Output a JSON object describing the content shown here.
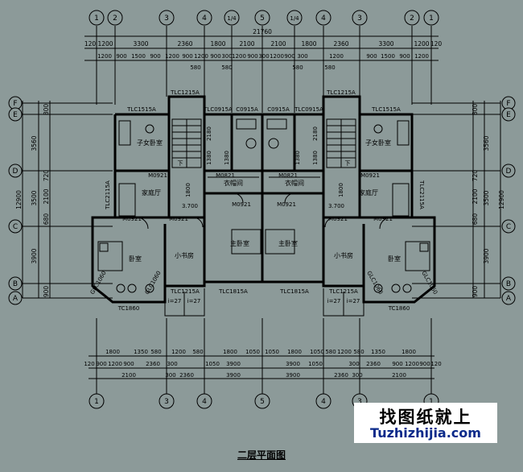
{
  "drawing_title": "二层平面图",
  "watermark": {
    "cn": "找图纸就上",
    "en": "Tuzhizhijia.com"
  },
  "axes": {
    "top": [
      "1",
      "2",
      "3",
      "4",
      "1/4",
      "5",
      "1/4",
      "4",
      "3",
      "2",
      "1"
    ],
    "bottom": [
      "1",
      "3",
      "4",
      "5",
      "4",
      "3",
      "1"
    ],
    "side": [
      "F",
      "E",
      "D",
      "C",
      "B",
      "A"
    ]
  },
  "dimensions": {
    "top_total": "21760",
    "top_row1": [
      "120",
      "1200",
      "3300",
      "2360",
      "1800",
      "2100",
      "2100",
      "1800",
      "2360",
      "3300",
      "1200",
      "120"
    ],
    "top_row2": [
      "1200",
      "900",
      "1500",
      "900",
      "1200",
      "900",
      "1200",
      "900",
      "300",
      "1200",
      "900",
      "300",
      "1200",
      "900",
      "300",
      "1200",
      "900",
      "1500",
      "900",
      "1200"
    ],
    "top_row3": [
      "580",
      "580",
      "580",
      "580"
    ],
    "left_outer": "12900",
    "left_inner": [
      "3560",
      "3500",
      "3900"
    ],
    "left_small": [
      "800",
      "720",
      "2100",
      "680",
      "900"
    ],
    "right_outer": "12900",
    "right_inner": [
      "3560",
      "3500",
      "3900"
    ],
    "right_small": [
      "800",
      "720",
      "2100",
      "680",
      "900"
    ],
    "bottom_row1": [
      "1800",
      "1350",
      "580",
      "1200",
      "580",
      "1800",
      "1050",
      "1050",
      "1800",
      "1050",
      "580",
      "1200",
      "580",
      "1350",
      "1800"
    ],
    "bottom_row2": [
      "120",
      "900",
      "1200",
      "900",
      "2360",
      "300",
      "1050",
      "3900",
      "3900",
      "1050",
      "300",
      "2360",
      "900",
      "1200",
      "900",
      "120"
    ],
    "bottom_row3": [
      "2100",
      "300",
      "2360",
      "3900",
      "3900",
      "2360",
      "300",
      "2100"
    ]
  },
  "labels": {
    "windows_top": [
      "TLC1215A",
      "TLC1515A",
      "TLC0915A",
      "C0915A",
      "C0915A",
      "TLC0915A",
      "TLC1215A",
      "TLC1515A"
    ],
    "windows_side": [
      "TLC2115A",
      "TLC2115A",
      "GLC1060",
      "GLC1060",
      "GLC1060",
      "GLC1060"
    ],
    "windows_bottom": [
      "TLC1215A",
      "TLC1815A",
      "TLC1815A",
      "TLC1215A",
      "TC1860",
      "TC1860"
    ],
    "doors": [
      "M0921",
      "M0921",
      "M0921",
      "M0921",
      "M0921",
      "M0921",
      "M0821",
      "M0821",
      "M0921",
      "M0921"
    ],
    "rooms": {
      "child_bedroom": "子女卧室",
      "family_room": "家庭厅",
      "cloakroom": "衣帽间",
      "master_bedroom": "主卧室",
      "study": "小书房",
      "bedroom": "卧室"
    },
    "levels": [
      "3.700",
      "3.700"
    ],
    "slopes": [
      "i=27",
      "i=27",
      "i=27",
      "i=27"
    ],
    "small_dims": [
      "2180",
      "1380",
      "1380",
      "1800",
      "2180",
      "1380",
      "1380",
      "1800"
    ],
    "stair_marks": [
      "下",
      "下"
    ]
  },
  "colors": {
    "background": "#8c9a99",
    "line": "#000000",
    "watermark_en": "#0a2a8a"
  }
}
